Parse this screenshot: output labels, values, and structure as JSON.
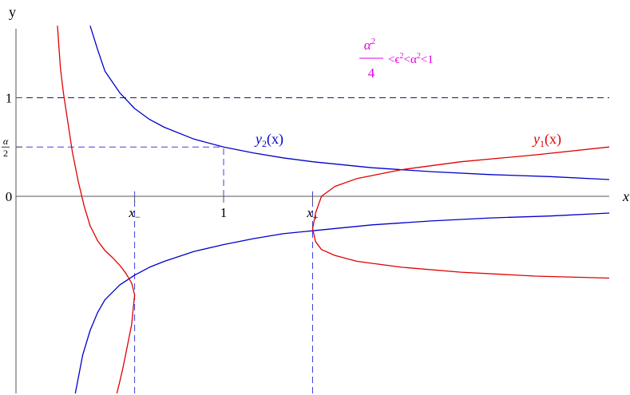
{
  "chart_data": {
    "type": "line",
    "title": "",
    "xlabel": "x",
    "ylabel": "y",
    "xlim": [
      0,
      4
    ],
    "ylim": [
      -2,
      1.7
    ],
    "grid": false,
    "x_ticks": [
      {
        "x": 0.8,
        "label": "x",
        "sub": "−"
      },
      {
        "x": 1.4,
        "label": "1",
        "sub": ""
      },
      {
        "x": 2.0,
        "label": "x",
        "sub": "+"
      }
    ],
    "y_ticks": [
      {
        "y": 0,
        "label": "0"
      },
      {
        "y": 1,
        "label": "1"
      }
    ],
    "y_tick_alpha_half": {
      "y": 0.5,
      "numerator": "α",
      "denominator": "2"
    },
    "condition_text": {
      "frac_num": "α",
      "frac_num_sup": "2",
      "frac_den": "4",
      "rest": [
        {
          "t": "<ϵ",
          "sup": "2"
        },
        {
          "t": "<α",
          "sup": "2"
        },
        {
          "t": "<1",
          "sup": ""
        }
      ],
      "color": "#e000e0"
    },
    "series": [
      {
        "name": "y2(x)",
        "label_base": "y",
        "label_sub": "2",
        "label_arg": "(x)",
        "color": "#0000cc",
        "branches": [
          {
            "x": [
              0.5,
              0.55,
              0.6,
              0.7,
              0.8,
              0.9,
              1.0,
              1.2,
              1.4,
              1.6,
              1.8,
              2.0,
              2.4,
              2.8,
              3.2,
              3.6,
              4.0
            ],
            "y": [
              1.73,
              1.49,
              1.27,
              1.05,
              0.89,
              0.78,
              0.7,
              0.58,
              0.5,
              0.44,
              0.39,
              0.35,
              0.29,
              0.25,
              0.22,
              0.2,
              0.17
            ]
          },
          {
            "x": [
              0.4,
              0.45,
              0.5,
              0.55,
              0.6,
              0.7,
              0.8,
              0.9,
              1.0,
              1.2,
              1.4,
              1.6,
              1.8,
              2.0,
              2.4,
              2.8,
              3.2,
              3.6,
              4.0
            ],
            "y": [
              -2.0,
              -1.61,
              -1.36,
              -1.18,
              -1.05,
              -0.9,
              -0.8,
              -0.72,
              -0.66,
              -0.56,
              -0.49,
              -0.43,
              -0.38,
              -0.35,
              -0.29,
              -0.25,
              -0.22,
              -0.2,
              -0.17
            ]
          }
        ]
      },
      {
        "name": "y1(x)",
        "label_base": "y",
        "label_sub": "1",
        "label_arg": "(x)",
        "color": "#e00000",
        "branches": [
          {
            "x": [
              0.28,
              0.29,
              0.3,
              0.32,
              0.35,
              0.38,
              0.42,
              0.46,
              0.5,
              0.55,
              0.6,
              0.65,
              0.7,
              0.74,
              0.78,
              0.8,
              0.79,
              0.78,
              0.76,
              0.74,
              0.72,
              0.7,
              0.68
            ],
            "y": [
              1.73,
              1.5,
              1.3,
              1.05,
              0.75,
              0.45,
              0.15,
              -0.1,
              -0.3,
              -0.45,
              -0.55,
              -0.62,
              -0.7,
              -0.78,
              -0.88,
              -1.0,
              -1.15,
              -1.3,
              -1.45,
              -1.6,
              -1.75,
              -1.88,
              -2.0
            ]
          },
          {
            "x": [
              4.0,
              3.5,
              3.0,
              2.6,
              2.3,
              2.15,
              2.06,
              2.02,
              2.0,
              2.02,
              2.06,
              2.15,
              2.3,
              2.6,
              3.0,
              3.5,
              4.0
            ],
            "y": [
              0.5,
              0.42,
              0.35,
              0.27,
              0.18,
              0.1,
              0.0,
              -0.17,
              -0.33,
              -0.46,
              -0.54,
              -0.6,
              -0.66,
              -0.72,
              -0.77,
              -0.81,
              -0.83
            ]
          }
        ]
      }
    ],
    "reference_lines": [
      {
        "kind": "h",
        "y": 1,
        "x0": 0,
        "x1": 4,
        "color": "#1a1a60"
      },
      {
        "kind": "h",
        "y": 0.5,
        "x0": 0,
        "x1": 1.4,
        "color": "#4040e0"
      },
      {
        "kind": "v",
        "x": 1.4,
        "y0": 0,
        "y1": 0.5,
        "color": "#4040e0"
      },
      {
        "kind": "v",
        "x": 0.8,
        "y0": -2,
        "y1": 0.05,
        "color": "#4040e0"
      },
      {
        "kind": "v",
        "x": 2.0,
        "y0": -2,
        "y1": 0.05,
        "color": "#4040e0"
      }
    ]
  }
}
